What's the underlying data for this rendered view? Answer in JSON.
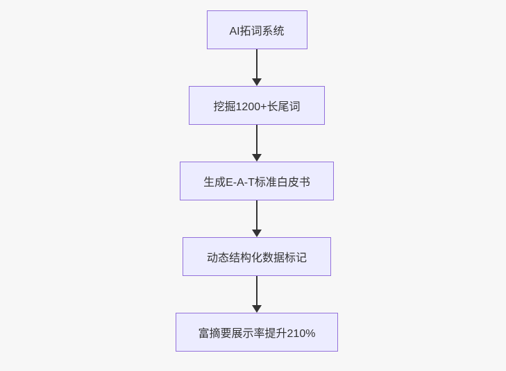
{
  "diagram": {
    "type": "flowchart",
    "direction": "top-down",
    "nodes": [
      {
        "id": "node-1",
        "label": "AI拓词系统"
      },
      {
        "id": "node-2",
        "label": "挖掘1200+长尾词"
      },
      {
        "id": "node-3",
        "label": "生成E-A-T标准白皮书"
      },
      {
        "id": "node-4",
        "label": "动态结构化数据标记"
      },
      {
        "id": "node-5",
        "label": "富摘要展示率提升210%"
      }
    ],
    "edges": [
      {
        "from": "node-1",
        "to": "node-2",
        "style": "arrow-down"
      },
      {
        "from": "node-2",
        "to": "node-3",
        "style": "arrow-down"
      },
      {
        "from": "node-3",
        "to": "node-4",
        "style": "arrow-down"
      },
      {
        "from": "node-4",
        "to": "node-5",
        "style": "arrow-down"
      }
    ],
    "colors": {
      "node_fill": "#ececff",
      "node_border": "#9370db",
      "arrow": "#333333",
      "text": "#333333",
      "background": "#f7f7f7"
    }
  }
}
